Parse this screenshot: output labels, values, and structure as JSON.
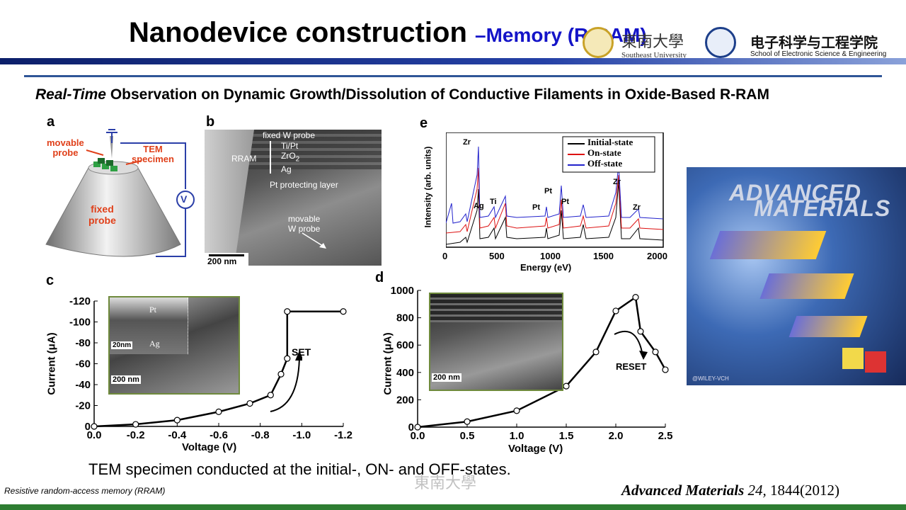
{
  "header": {
    "title": "Nanodevice construction",
    "subtitle": "–Memory (R-RAM)",
    "university_name": "Southeast University",
    "school_cn": "电子科学与工程学院",
    "school_en": "School of Electronic Science & Engineering"
  },
  "slide_subtitle": {
    "italic_part": "Real-Time",
    "rest": " Observation on Dynamic Growth/Dissolution of Conductive Filaments in Oxide-Based R-RAM"
  },
  "panel_a": {
    "letter": "a",
    "label_movable": "movable",
    "label_probe": "probe",
    "label_tem": "TEM",
    "label_specimen": "specimen",
    "label_fixed": "fixed",
    "label_fixed_probe": "probe",
    "meter": "V"
  },
  "panel_b": {
    "letter": "b",
    "fixed_probe": "fixed W probe",
    "rram": "RRAM",
    "layer1": "Ti/Pt",
    "layer2": "ZrO",
    "layer2_sub": "2",
    "layer3": "Ag",
    "protecting": "Pt protecting layer",
    "movable1": "movable",
    "movable2": "W probe",
    "scale": "200 nm"
  },
  "panel_e": {
    "letter": "e",
    "ylabel": "Intensity (arb. units)",
    "xlabel": "Energy (eV)",
    "legend": [
      "Initial-state",
      "On-state",
      "Off-state"
    ],
    "x_ticks": [
      "0",
      "500",
      "1000",
      "1500",
      "2000"
    ],
    "peaks": [
      "Zr",
      "Ag",
      "Ti",
      "Pt",
      "Pt",
      "Pt",
      "Zr",
      "Zr"
    ]
  },
  "panel_c": {
    "letter": "c",
    "y_ticks": [
      "-120",
      "-100",
      "-80",
      "-60",
      "-40",
      "-20",
      "0"
    ],
    "x_ticks": [
      "0.0",
      "-0.2",
      "-0.4",
      "-0.6",
      "-0.8",
      "-1.0",
      "-1.2"
    ],
    "ylabel": "Current (μA)",
    "xlabel": "Voltage (V)",
    "annotation": "SET",
    "inset_pt": "Pt",
    "inset_ag": "Ag",
    "inset_scale1": "20nm",
    "inset_scale2": "200 nm"
  },
  "panel_d": {
    "letter": "d",
    "y_ticks": [
      "1000",
      "800",
      "600",
      "400",
      "200",
      "0"
    ],
    "x_ticks": [
      "0.0",
      "0.5",
      "1.0",
      "1.5",
      "2.0",
      "2.5"
    ],
    "ylabel": "Current (μA)",
    "xlabel": "Voltage (V)",
    "annotation": "RESET",
    "inset_scale": "200 nm"
  },
  "cover": {
    "title1": "ADVANCED",
    "title2": "MATERIALS",
    "publisher": "@WILEY-VCH"
  },
  "caption": "TEM specimen conducted at the initial-, ON- and OFF-states.",
  "footer": {
    "note": "Resistive random-access memory (RRAM)",
    "reference_journal": "Advanced Materials",
    "reference_volume": "24,",
    "reference_pages": "1844(2012)",
    "watermark": "東南大學"
  },
  "chart_data": [
    {
      "type": "line",
      "title": "",
      "xlabel": "Voltage (V)",
      "ylabel": "Current (μA)",
      "xlim": [
        0,
        -1.2
      ],
      "ylim": [
        0,
        -120
      ],
      "series": [
        {
          "x": [
            0,
            -0.2,
            -0.4,
            -0.6,
            -0.75,
            -0.85,
            -0.9,
            -0.93,
            -0.93,
            -1.2
          ],
          "y": [
            0,
            -2,
            -6,
            -14,
            -22,
            -30,
            -50,
            -65,
            -110,
            -110
          ]
        }
      ]
    },
    {
      "type": "line",
      "title": "",
      "xlabel": "Voltage (V)",
      "ylabel": "Current (μA)",
      "xlim": [
        0,
        2.5
      ],
      "ylim": [
        0,
        1000
      ],
      "series": [
        {
          "x": [
            0,
            0.5,
            1.0,
            1.5,
            1.8,
            2.0,
            2.2,
            2.25,
            2.4,
            2.5
          ],
          "y": [
            0,
            40,
            120,
            300,
            550,
            850,
            950,
            700,
            550,
            420
          ]
        }
      ]
    }
  ]
}
